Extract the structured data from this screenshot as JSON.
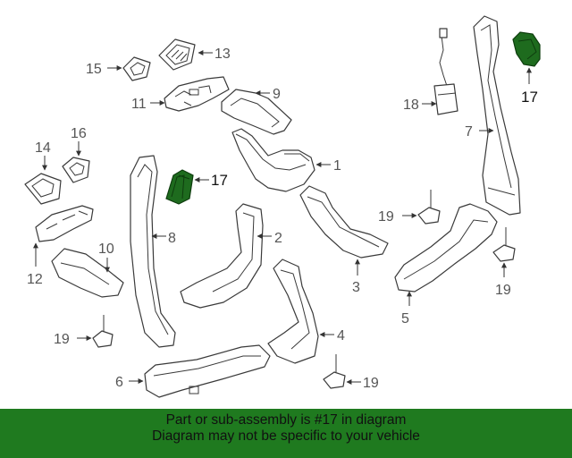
{
  "callouts": {
    "c1": "1",
    "c2": "2",
    "c3": "3",
    "c4": "4",
    "c5": "5",
    "c6": "6",
    "c7": "7",
    "c8": "8",
    "c9": "9",
    "c10": "10",
    "c11": "11",
    "c12": "12",
    "c13": "13",
    "c14": "14",
    "c15": "15",
    "c16": "16",
    "c17a": "17",
    "c17b": "17",
    "c18": "18",
    "c19a": "19",
    "c19b": "19",
    "c19c": "19",
    "c19d": "19"
  },
  "highlight_color": "#1f7a1f",
  "footer": {
    "line1": "Part or sub-assembly is #17 in diagram",
    "line2": "Diagram may not be specific to your vehicle"
  }
}
